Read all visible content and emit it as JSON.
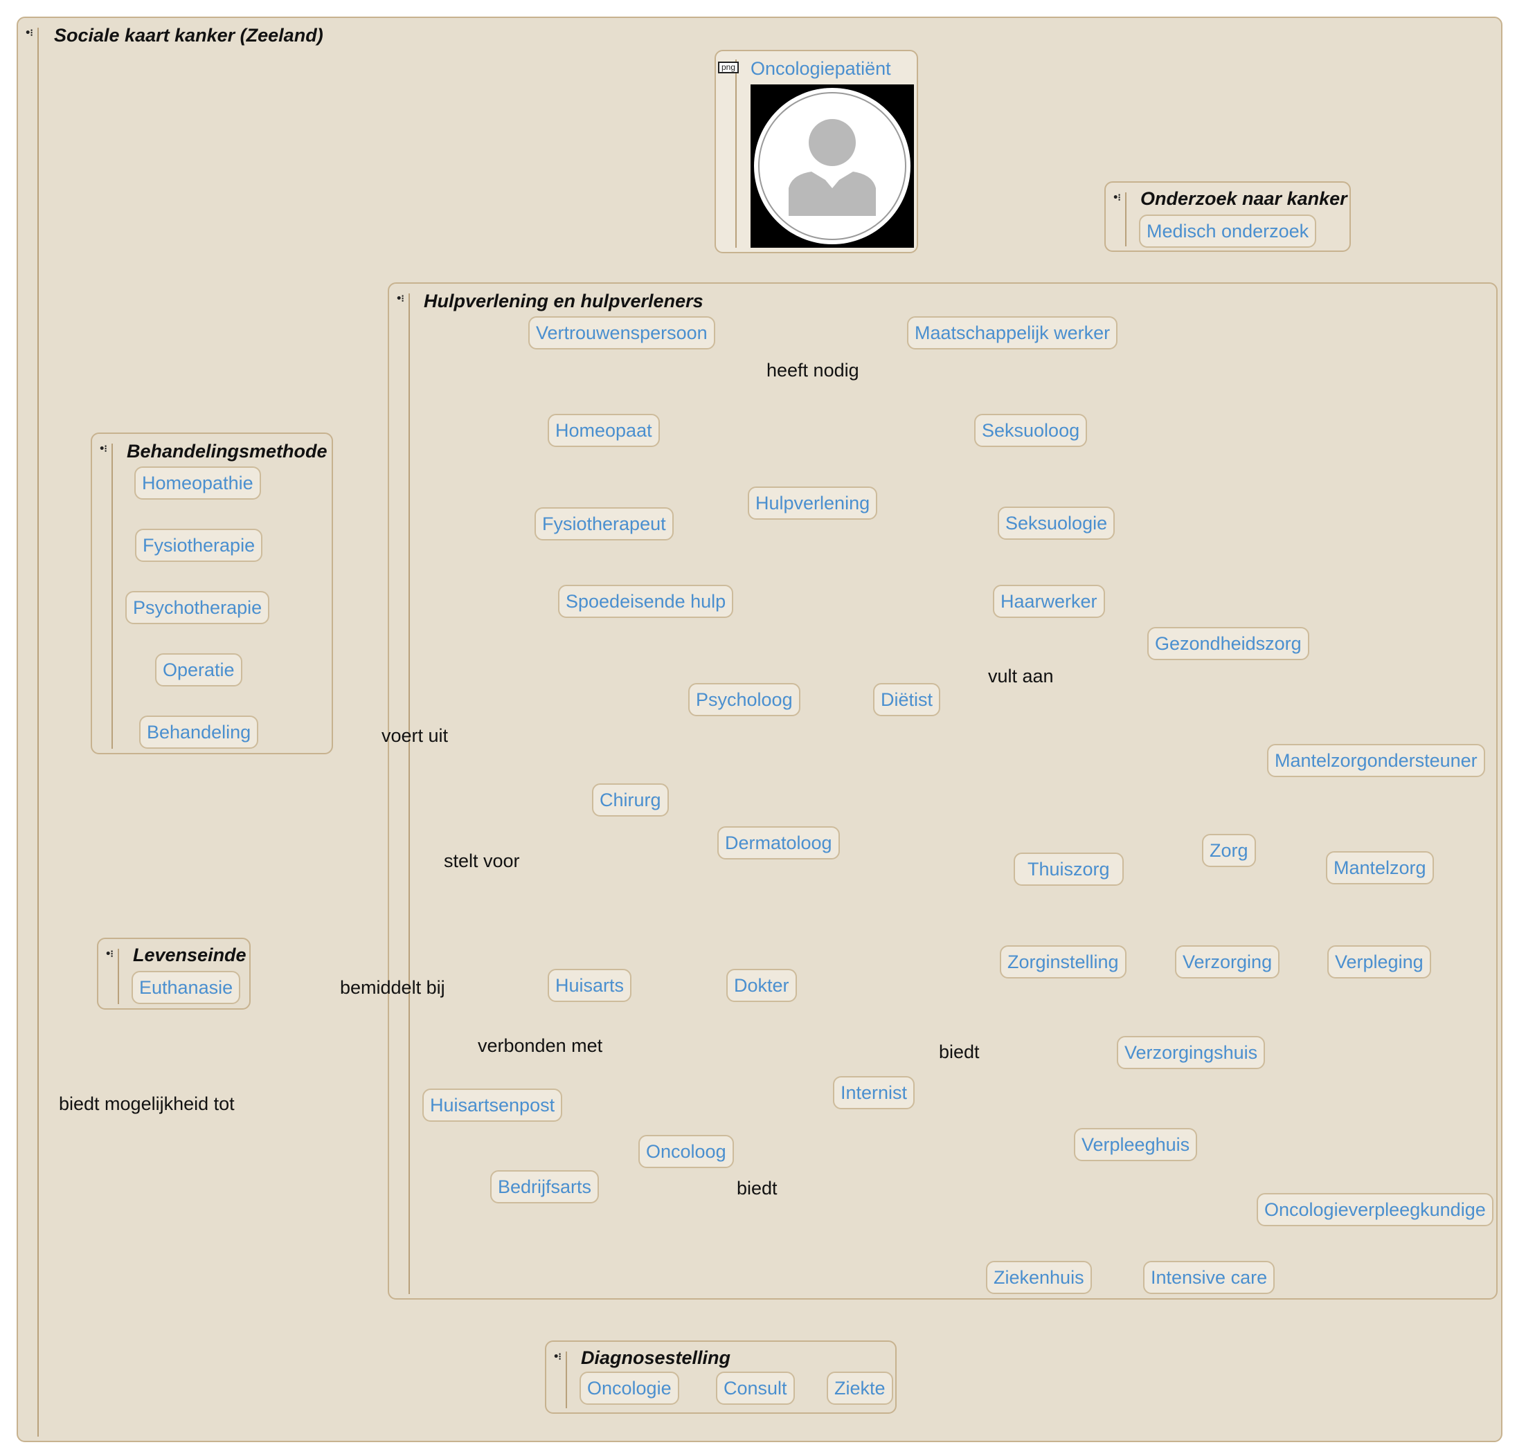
{
  "groups": {
    "root": "Sociale kaart kanker (Zeeland)",
    "onderzoek": "Onderzoek naar kanker",
    "hulp": "Hulpverlening en hulpverleners",
    "behandeling": "Behandelingsmethode",
    "levenseinde": "Levenseinde",
    "diagnose": "Diagnosestelling"
  },
  "image_node": {
    "badge": "png",
    "label": "Oncologiepatiënt"
  },
  "nodes": {
    "medisch_onderzoek": "Medisch onderzoek",
    "vertrouwenspersoon": "Vertrouwenspersoon",
    "maatschappelijk_werker": "Maatschappelijk werker",
    "homeopaat": "Homeopaat",
    "seksuoloog": "Seksuoloog",
    "homeopathie": "Homeopathie",
    "hulpverlening": "Hulpverlening",
    "fysiotherapeut": "Fysiotherapeut",
    "fysiotherapie": "Fysiotherapie",
    "seksuologie": "Seksuologie",
    "spoedeisende_hulp": "Spoedeisende hulp",
    "haarwerker": "Haarwerker",
    "psychotherapie": "Psychotherapie",
    "gezondheidszorg": "Gezondheidszorg",
    "operatie": "Operatie",
    "psycholoog": "Psycholoog",
    "dietist": "Diëtist",
    "behandeling": "Behandeling",
    "mantelzorgondersteuner": "Mantelzorgondersteuner",
    "chirurg": "Chirurg",
    "dermatoloog": "Dermatoloog",
    "zorg": "Zorg",
    "thuiszorg": "Thuiszorg",
    "mantelzorg": "Mantelzorg",
    "euthanasie": "Euthanasie",
    "huisarts": "Huisarts",
    "dokter": "Dokter",
    "zorginstelling": "Zorginstelling",
    "verzorging": "Verzorging",
    "verpleging": "Verpleging",
    "verzorgingshuis": "Verzorgingshuis",
    "internist": "Internist",
    "huisartsenpost": "Huisartsenpost",
    "verpleeghuis": "Verpleeghuis",
    "oncoloog": "Oncoloog",
    "bedrijfsarts": "Bedrijfsarts",
    "oncologieverpleegkundige": "Oncologieverpleegkundige",
    "ziekenhuis": "Ziekenhuis",
    "intensive_care": "Intensive care",
    "oncologie": "Oncologie",
    "consult": "Consult",
    "ziekte": "Ziekte"
  },
  "edge_labels": {
    "heeft_nodig": "heeft nodig",
    "vult_aan": "vult aan",
    "voert_uit": "voert uit",
    "stelt_voor": "stelt voor",
    "bemiddelt_bij": "bemiddelt bij",
    "verbonden_met": "verbonden met",
    "biedt_1": "biedt",
    "biedt_2": "biedt",
    "biedt_mogelijkheid_tot": "biedt mogelijkheid tot"
  },
  "colors": {
    "background": "#e6dece",
    "group_border": "#c7b28f",
    "node_fill": "#efe9dd",
    "node_text": "#4a8fcf",
    "edge": "#b8a47e"
  }
}
